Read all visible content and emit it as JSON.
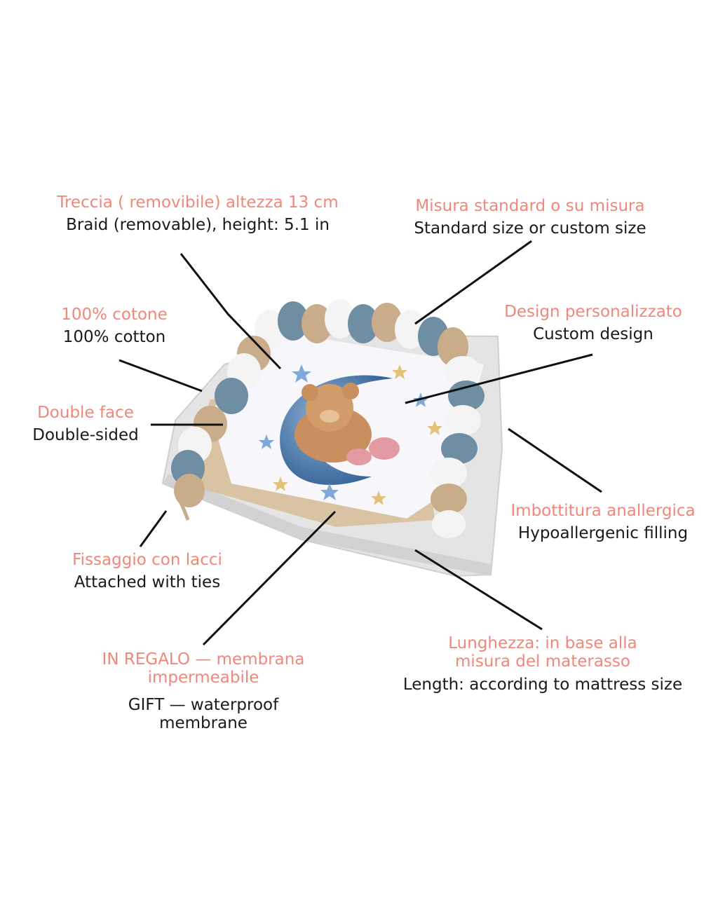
{
  "callouts": {
    "braid": {
      "it": "Treccia ( removibile) altezza 13 cm",
      "en": "Braid (removable), height: 5.1 in"
    },
    "size": {
      "it": "Misura standard o su misura",
      "en": "Standard size or custom size"
    },
    "cotton": {
      "it": "100% cotone",
      "en": "100% cotton"
    },
    "design": {
      "it": "Design personalizzato",
      "en": "Custom design"
    },
    "double": {
      "it": "Double face",
      "en": "Double-sided"
    },
    "filling": {
      "it": "Imbottitura anallergica",
      "en": "Hypoallergenic filling"
    },
    "ties": {
      "it": "Fissaggio con lacci",
      "en": "Attached with ties"
    },
    "gift": {
      "it_line1": "IN REGALO — membrana",
      "it_line2": "impermeabile",
      "en_line1": "GIFT — waterproof",
      "en_line2": "membrane"
    },
    "length": {
      "it_line1": "Lunghezza: in base alla",
      "it_line2": "misura del materasso",
      "en": "Length: according to mattress size"
    }
  },
  "colors": {
    "italian_text": "#f0877a",
    "english_text": "#1a1a1a",
    "braid_blue": "#6f8ea3",
    "braid_beige": "#c9ad8a",
    "braid_white": "#f4f4f4",
    "tray": "#e6e6e6"
  }
}
